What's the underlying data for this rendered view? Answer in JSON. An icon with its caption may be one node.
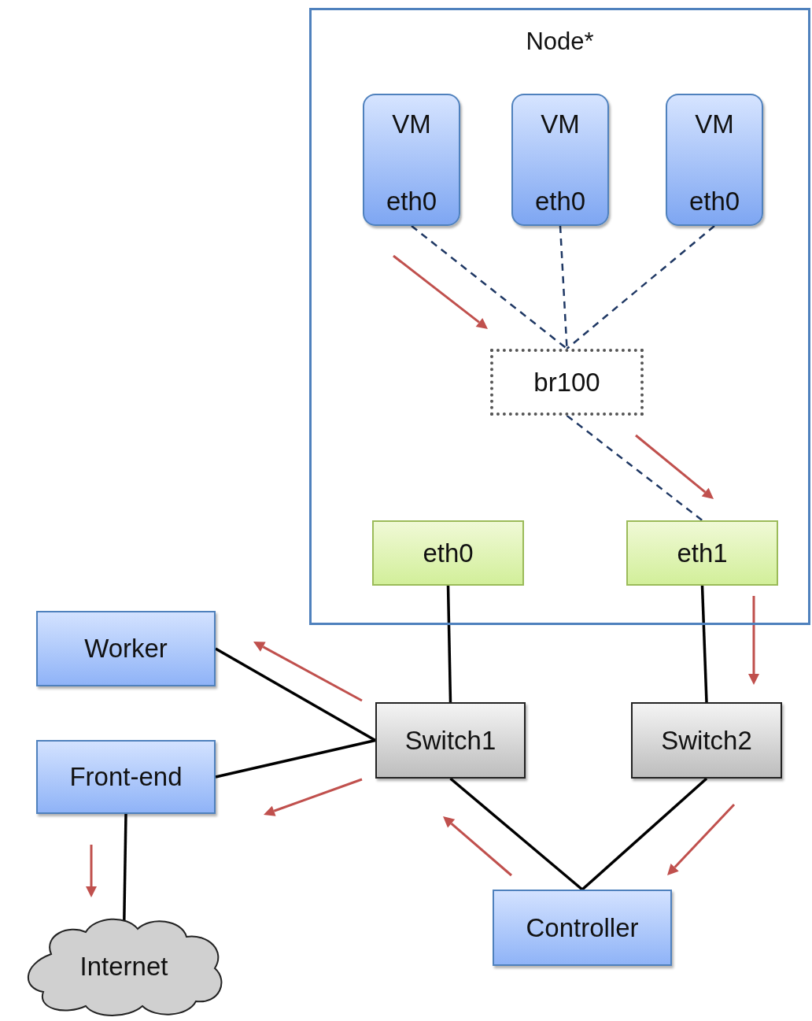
{
  "diagram": {
    "nodes": [
      {
        "text": [
          "Node*"
        ]
      },
      {
        "text": [
          "VM",
          "eth0"
        ],
        "in": 0
      },
      {
        "text": [
          "VM",
          "eth0"
        ],
        "in": 0
      },
      {
        "text": [
          "VM",
          "eth0"
        ],
        "in": 0
      },
      {
        "text": [
          "br100"
        ],
        "in": 0
      },
      {
        "text": [
          "eth0"
        ],
        "in": 0
      },
      {
        "text": [
          "eth1"
        ],
        "in": 0
      },
      {
        "text": [
          "Worker"
        ]
      },
      {
        "text": [
          "Front-end"
        ]
      },
      {
        "text": [
          "Switch1"
        ]
      },
      {
        "text": [
          "Switch2"
        ]
      },
      {
        "text": [
          "Controller"
        ]
      },
      {
        "text": [
          "Internet"
        ]
      }
    ],
    "edges": [
      {
        "from": 1,
        "to": 4,
        "arrow": "none",
        "style": "dashed",
        "color": "#1f3864"
      },
      {
        "from": 2,
        "to": 4,
        "arrow": "none",
        "style": "dashed",
        "color": "#1f3864"
      },
      {
        "from": 3,
        "to": 4,
        "arrow": "none",
        "style": "dashed",
        "color": "#1f3864"
      },
      {
        "from": 4,
        "to": 6,
        "arrow": "none",
        "style": "dashed",
        "color": "#1f3864"
      },
      {
        "from": 5,
        "to": 9,
        "arrow": "none"
      },
      {
        "from": 6,
        "to": 10,
        "arrow": "none"
      },
      {
        "from": 7,
        "to": 9,
        "arrow": "none"
      },
      {
        "from": 8,
        "to": 9,
        "arrow": "none"
      },
      {
        "from": 9,
        "to": 11,
        "arrow": "none"
      },
      {
        "from": 10,
        "to": 11,
        "arrow": "none"
      },
      {
        "from": 8,
        "to": 12,
        "arrow": "none"
      }
    ]
  }
}
